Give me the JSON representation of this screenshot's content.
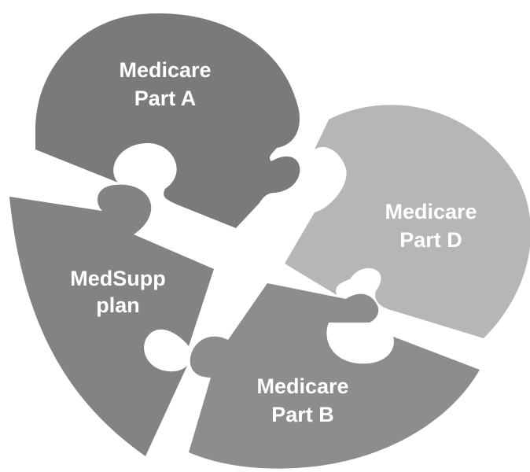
{
  "colors": {
    "background": "#ffffff",
    "piece_a": "#7a7a7a",
    "piece_d": "#b6b6b6",
    "piece_medsupp": "#838383",
    "piece_b": "#8d8d8d",
    "label_text": "#ffffff"
  },
  "pieces": {
    "part_a": {
      "line1": "Medicare",
      "line2": "Part A"
    },
    "part_d": {
      "line1": "Medicare",
      "line2": "Part D"
    },
    "medsupp": {
      "line1": "MedSupp",
      "line2": "plan"
    },
    "part_b": {
      "line1": "Medicare",
      "line2": "Part B"
    }
  }
}
